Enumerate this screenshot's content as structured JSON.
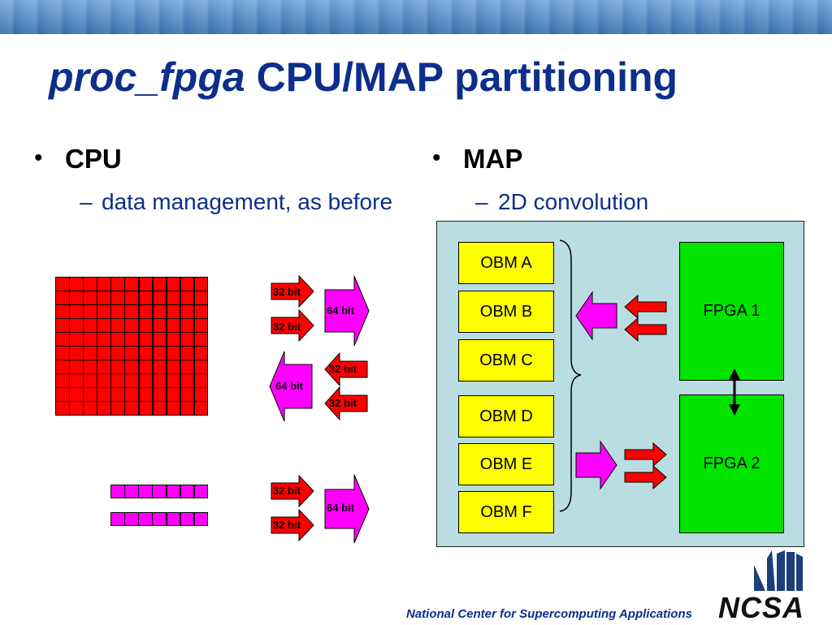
{
  "slide": {
    "title_italic": "proc_fpga",
    "title_rest": " CPU/MAP partitioning",
    "left_bullet": "CPU",
    "left_sub": "data management, as before",
    "right_bullet": "MAP",
    "right_sub": "2D convolution",
    "dash": "–",
    "bullet_glyph": "•"
  },
  "cpu_diagram": {
    "grid_rows": 10,
    "grid_cols": 11,
    "strip_cells": 7,
    "grid_color": "#ff0000",
    "strip_color": "#ff00ff",
    "labels": {
      "a1": "32 bit",
      "a2": "32 bit",
      "a3": "64 bit",
      "b1": "32 bit",
      "b2": "32 bit",
      "b3": "64 bit",
      "c1": "32 bit",
      "c2": "32 bit",
      "c3": "64 bit"
    }
  },
  "map_diagram": {
    "obm": [
      "OBM A",
      "OBM B",
      "OBM C",
      "OBM D",
      "OBM E",
      "OBM F"
    ],
    "fpga1": "FPGA 1",
    "fpga2": "FPGA 2",
    "obm_color": "#ffff00",
    "fpga_color": "#00e400",
    "panel_color": "#b9dde1"
  },
  "footer": {
    "org": "National Center for Supercomputing Applications",
    "logo": "NCSA"
  }
}
